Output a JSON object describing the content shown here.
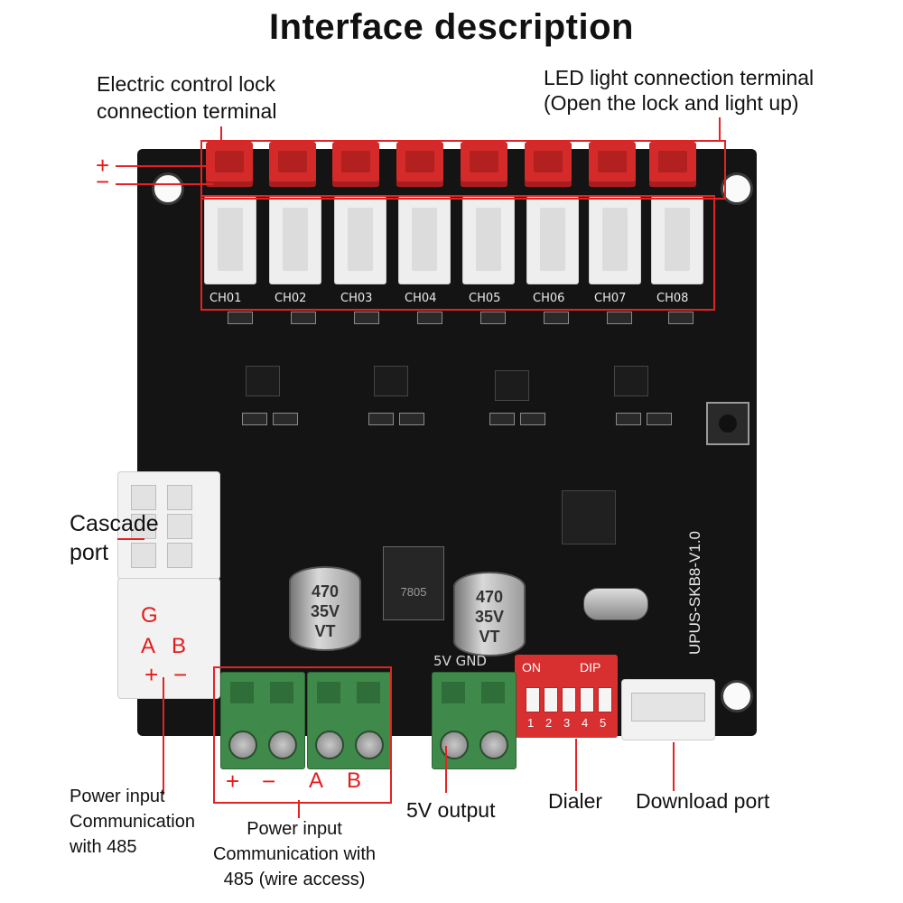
{
  "title": "Interface description",
  "labels": {
    "electric_lock": [
      "Electric control lock",
      "connection terminal"
    ],
    "led_terminal": [
      "LED light connection terminal",
      "(Open the lock and light up)"
    ],
    "cascade": [
      "Cascade",
      "port"
    ],
    "power_input_left": [
      "Power input",
      "Communication",
      "with 485"
    ],
    "power_input_center": [
      "Power input",
      "Communication with",
      "485 (wire access)"
    ],
    "five_v_output": "5V output",
    "dialer": "Dialer",
    "download_port": "Download port"
  },
  "polarity": {
    "plus": "+",
    "minus": "−"
  },
  "port_pins": {
    "g": "G",
    "a": "A",
    "b": "B",
    "plus": "+",
    "minus": "−"
  },
  "terminal_marks": {
    "plus": "+",
    "minus": "−",
    "a": "A",
    "b": "B"
  },
  "channels": [
    "CH01",
    "CH02",
    "CH03",
    "CH04",
    "CH05",
    "CH06",
    "CH07",
    "CH08"
  ],
  "board_text": {
    "model": "UPUS-SKB8-V1.0",
    "cap1": [
      "470",
      "35V",
      "VT"
    ],
    "cap2": [
      "470",
      "35V",
      "VT"
    ],
    "regulator": "7805",
    "dip_on": "ON",
    "dip_label": "DIP",
    "dip_numbers": [
      "1",
      "2",
      "3",
      "4",
      "5"
    ],
    "five_v_gnd": "5V GND"
  },
  "colors": {
    "annotation_red": "#e32323",
    "board": "#141414",
    "connector_red": "#d42a2a",
    "terminal_green": "#3f8a4a"
  }
}
